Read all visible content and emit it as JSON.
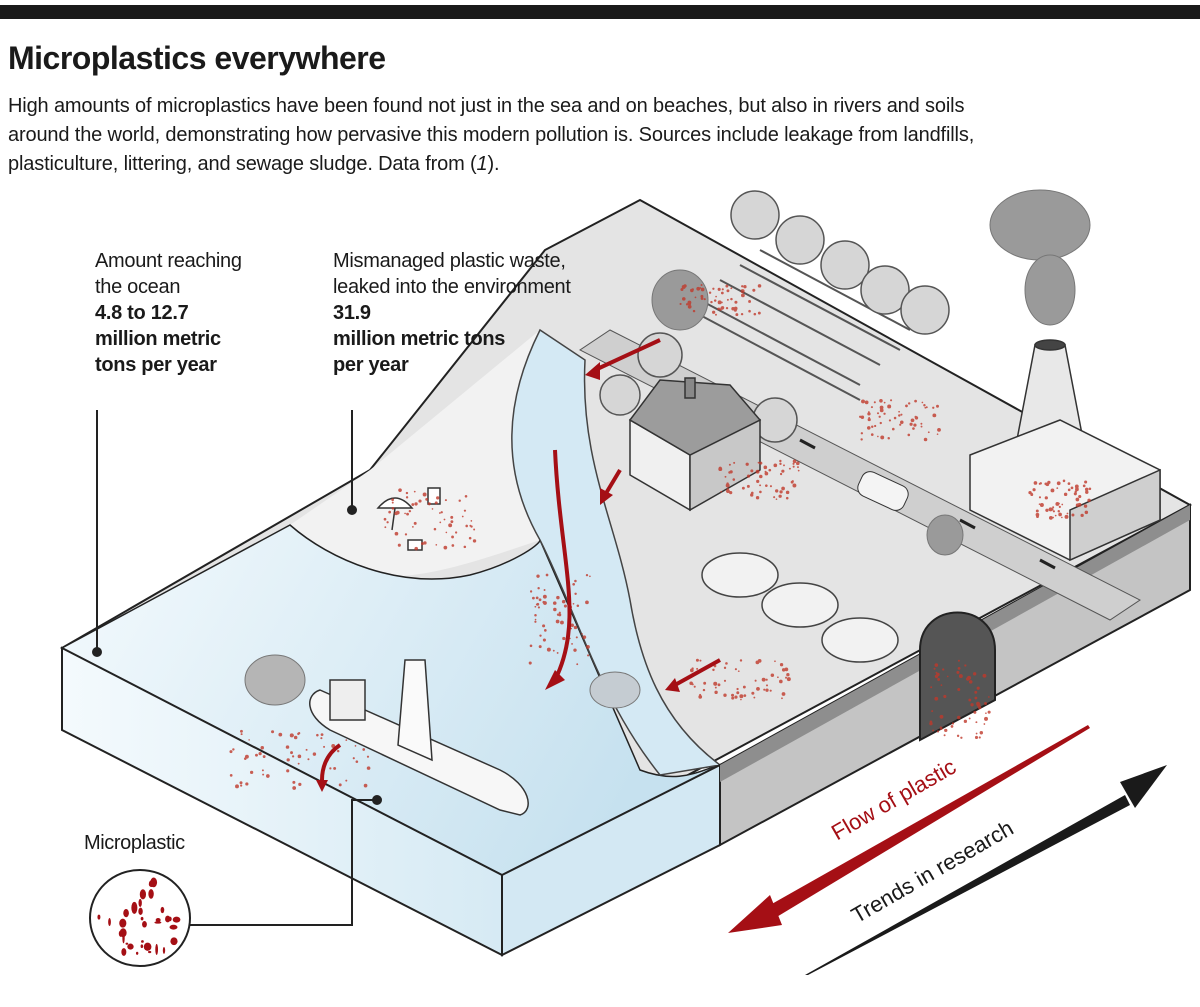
{
  "header": {
    "title": "Microplastics everywhere",
    "description_lines": [
      "High amounts of microplastics have been found not just in the sea and on beaches, but also in rivers and soils",
      "around the world, demonstrating how pervasive this modern pollution is. Sources include leakage from landfills,",
      "plasticulture, littering, and sewage sludge. Data from (",
      "1",
      ")."
    ]
  },
  "callouts": {
    "ocean": {
      "label_lines": [
        "Amount reaching",
        "the ocean"
      ],
      "value_lines": [
        "4.8 to 12.7",
        "million metric",
        "tons per year"
      ]
    },
    "mismanaged": {
      "label_lines": [
        "Mismanaged plastic waste,",
        "leaked into the environment"
      ],
      "value_lines": [
        "31.9",
        "million metric tons",
        "per year"
      ]
    },
    "microplastic": {
      "label": "Microplastic"
    }
  },
  "arrows": {
    "flow": {
      "label": "Flow of plastic",
      "color": "#a50f15"
    },
    "trends": {
      "label": "Trends in research",
      "color": "#1a1a1a"
    }
  },
  "colors": {
    "plastic_red": "#b0171c",
    "ocean": "#cfe6f2",
    "land": "#e4e4e4",
    "side": "#c4c4c4"
  }
}
